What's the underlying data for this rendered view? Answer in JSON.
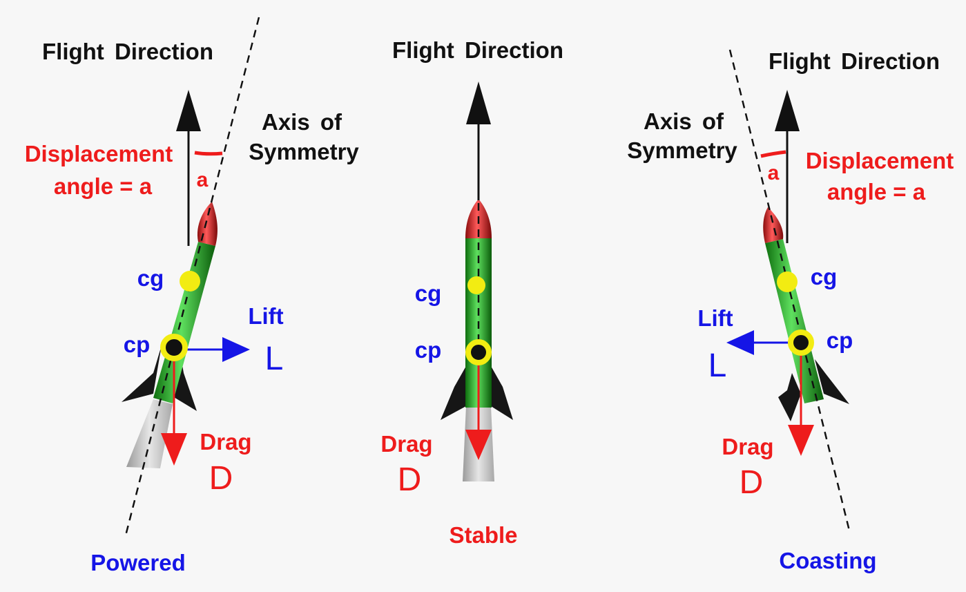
{
  "colors": {
    "background": "#f7f7f7",
    "black": "#111111",
    "red": "#ee1c1c",
    "blue": "#1515e6",
    "body_green": "#1fb51f",
    "nose_red": "#cc1818",
    "yellow": "#f2ec12",
    "exhaust_gray": "#c4c4c4"
  },
  "panels": {
    "powered": {
      "flight_direction": "Flight Direction",
      "axis_label_line1": "Axis of",
      "axis_label_line2": "Symmetry",
      "displacement_line1": "Displacement",
      "displacement_line2": "angle = a",
      "angle_symbol": "a",
      "cg": "cg",
      "cp": "cp",
      "lift": "Lift",
      "lift_symbol": "L",
      "drag": "Drag",
      "drag_symbol": "D",
      "caption": "Powered"
    },
    "stable": {
      "flight_direction": "Flight Direction",
      "cg": "cg",
      "cp": "cp",
      "drag": "Drag",
      "drag_symbol": "D",
      "caption": "Stable"
    },
    "coasting": {
      "flight_direction": "Flight Direction",
      "axis_label_line1": "Axis of",
      "axis_label_line2": "Symmetry",
      "displacement_line1": "Displacement",
      "displacement_line2": "angle = a",
      "angle_symbol": "a",
      "cg": "cg",
      "cp": "cp",
      "lift": "Lift",
      "lift_symbol": "L",
      "drag": "Drag",
      "drag_symbol": "D",
      "caption": "Coasting"
    }
  }
}
